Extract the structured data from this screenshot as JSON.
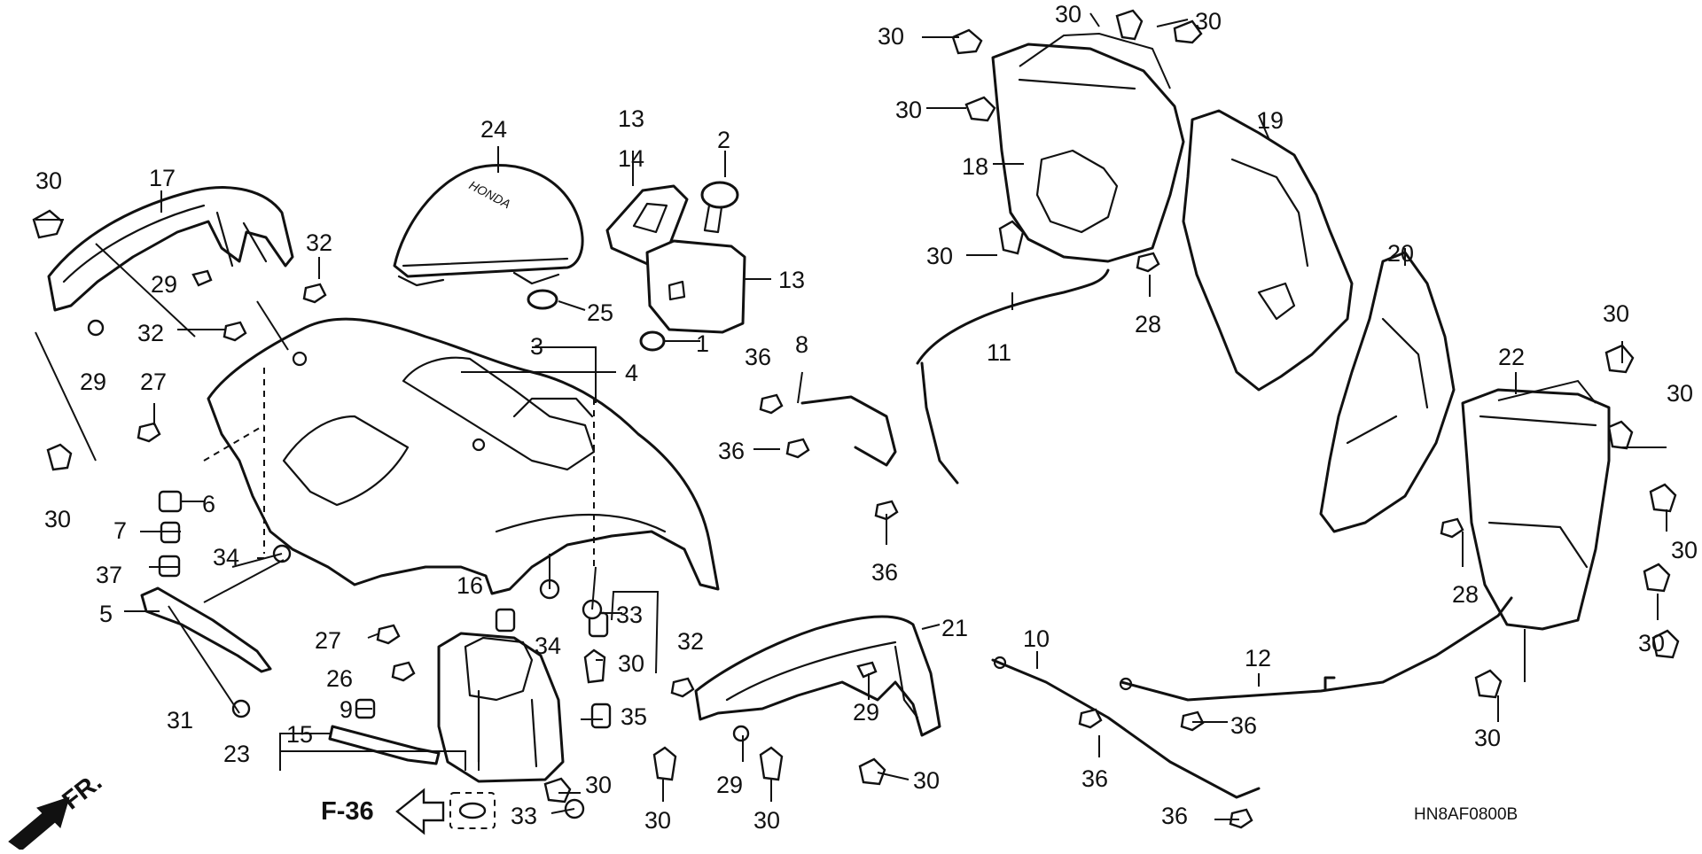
{
  "diagram": {
    "diagram_code": "HN8AF0800B",
    "page_reference": "F-36",
    "direction_label": "FR.",
    "brand_text": "HONDA",
    "callouts": [
      "1",
      "2",
      "3",
      "4",
      "5",
      "6",
      "7",
      "8",
      "9",
      "10",
      "11",
      "12",
      "13",
      "14",
      "15",
      "16",
      "17",
      "18",
      "19",
      "20",
      "21",
      "22",
      "23",
      "24",
      "25",
      "26",
      "27",
      "28",
      "29",
      "30",
      "31",
      "32",
      "33",
      "34",
      "35",
      "36",
      "37"
    ]
  }
}
